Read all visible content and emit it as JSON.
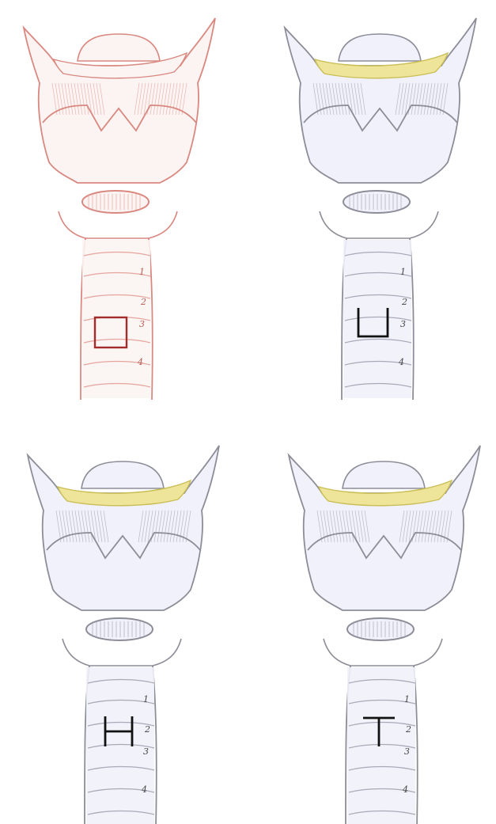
{
  "panels": [
    {
      "id": "box-window",
      "outline_color": "#d98880",
      "fill_color": "#fbf4f2",
      "shade_color": "#e6a59e",
      "hyoid_highlight": false,
      "incision": "square",
      "incision_color": "#a32b2b",
      "ring_labels": [
        "1",
        "2",
        "3",
        "4"
      ]
    },
    {
      "id": "u-flap",
      "outline_color": "#8d8d98",
      "fill_color": "#f1f1fb",
      "shade_color": "#a9a9b8",
      "hyoid_highlight": true,
      "incision": "U",
      "incision_color": "#111111",
      "ring_labels": [
        "1",
        "2",
        "3",
        "4"
      ]
    },
    {
      "id": "h-flap",
      "outline_color": "#8d8d98",
      "fill_color": "#f1f1fb",
      "shade_color": "#a9a9b8",
      "hyoid_highlight": true,
      "incision": "H",
      "incision_color": "#111111",
      "ring_labels": [
        "1",
        "2",
        "3",
        "4"
      ]
    },
    {
      "id": "t-flap",
      "outline_color": "#8d8d98",
      "fill_color": "#f1f1fb",
      "shade_color": "#a9a9b8",
      "hyoid_highlight": true,
      "incision": "T",
      "incision_color": "#111111",
      "ring_labels": [
        "1",
        "2",
        "3",
        "4"
      ]
    }
  ],
  "colors": {
    "hyoid_yellow": "#efe59a",
    "hyoid_yellow_stroke": "#c9bd55",
    "background": "#ffffff"
  }
}
